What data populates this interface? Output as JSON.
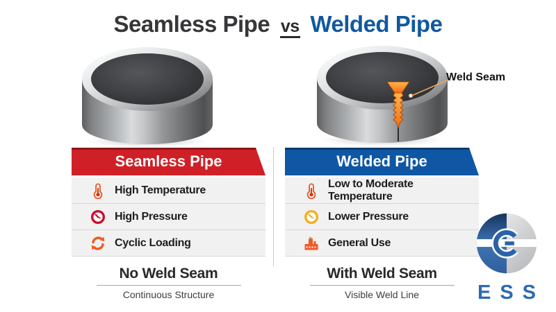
{
  "title": {
    "left": "Seamless Pipe",
    "middle": "vs",
    "right": "Welded Pipe"
  },
  "pipes": {
    "weld_seam_label": "Weld Seam"
  },
  "left_column": {
    "header": "Seamless Pipe",
    "items": [
      {
        "icon": "thermometer-icon",
        "label": "High Temperature"
      },
      {
        "icon": "pressure-gauge-icon",
        "label": "High Pressure"
      },
      {
        "icon": "cyclic-loading-icon",
        "label": "Cyclic Loading"
      }
    ],
    "footer": {
      "title": "No Weld Seam",
      "subtitle": "Continuous Structure"
    }
  },
  "right_column": {
    "header": "Welded Pipe",
    "items": [
      {
        "icon": "thermometer-icon",
        "label": "Low to Moderate Temperature"
      },
      {
        "icon": "pressure-gauge-icon",
        "label": "Lower Pressure"
      },
      {
        "icon": "factory-icon",
        "label": "General Use"
      }
    ],
    "footer": {
      "title": "With Weld Seam",
      "subtitle": "Visible Weld Line"
    }
  },
  "logo": {
    "text": "ESS"
  },
  "colors": {
    "header_red": "#cf2028",
    "header_blue": "#0f57a4",
    "title_blue": "#10599f",
    "weld_orange": "#f26f12",
    "gauge_red": "#c8102e",
    "gauge_yellow": "#f2b01e",
    "icon_orange": "#f15a24"
  }
}
